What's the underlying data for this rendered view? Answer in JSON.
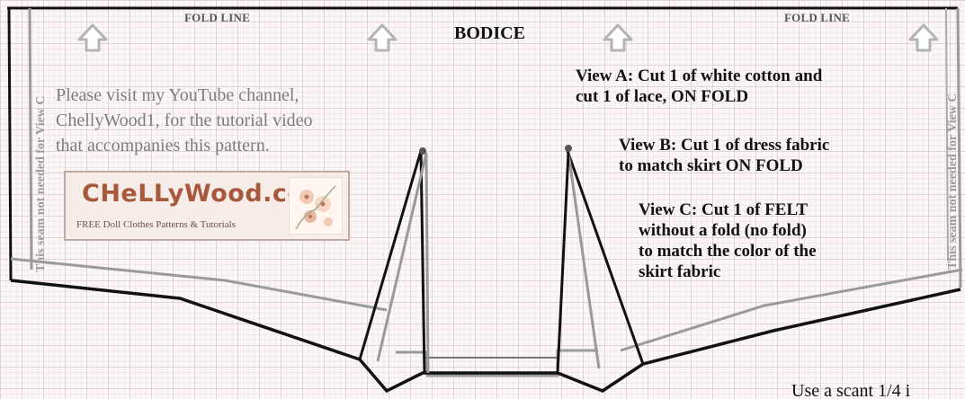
{
  "fold_labels": [
    "FOLD LINE",
    "FOLD LINE"
  ],
  "title": "BODICE",
  "seam_notes": [
    "This seam not needed for View C",
    "This seam not needed for View C"
  ],
  "visit_text": [
    "Please visit my YouTube channel,",
    "ChellyWood1, for the tutorial video",
    "that accompanies this pattern."
  ],
  "logo": {
    "name": "CHeLLyWood.coM",
    "tagline": "FREE Doll Clothes Patterns & Tutorials"
  },
  "views": {
    "a": [
      "View A: Cut 1 of white cotton and",
      "cut 1 of lace, ON FOLD"
    ],
    "b": [
      "View B: Cut 1 of dress fabric",
      "to match skirt ON FOLD"
    ],
    "c": [
      "View C: Cut 1 of FELT",
      "without a fold (no fold)",
      "to match the color of the",
      "skirt fabric"
    ]
  },
  "bottom_note": "Use a scant 1/4 i",
  "icons": [
    "fold-arrow-icon",
    "logo-flowers-icon"
  ],
  "colors": {
    "outline": "#111111",
    "grey_line": "#9a9a9a",
    "arrow": "#b3b3b3",
    "logo_text": "#a8593c"
  }
}
